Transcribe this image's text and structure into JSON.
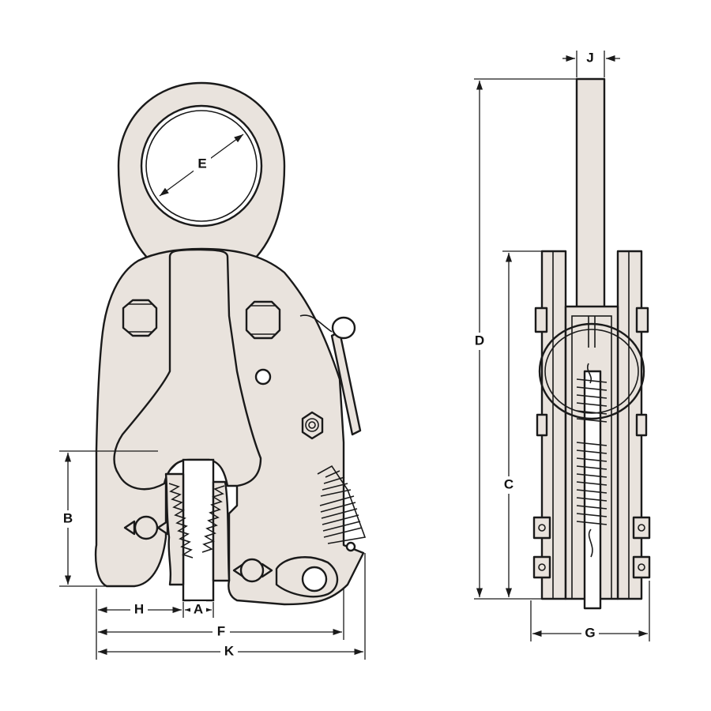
{
  "colors": {
    "part_fill": "#e9e3dd",
    "outline": "#1a1a1a",
    "background": "#ffffff"
  },
  "labels": {
    "A": "A",
    "B": "B",
    "C": "C",
    "D": "D",
    "E": "E",
    "F": "F",
    "G": "G",
    "H": "H",
    "J": "J",
    "K": "K"
  }
}
